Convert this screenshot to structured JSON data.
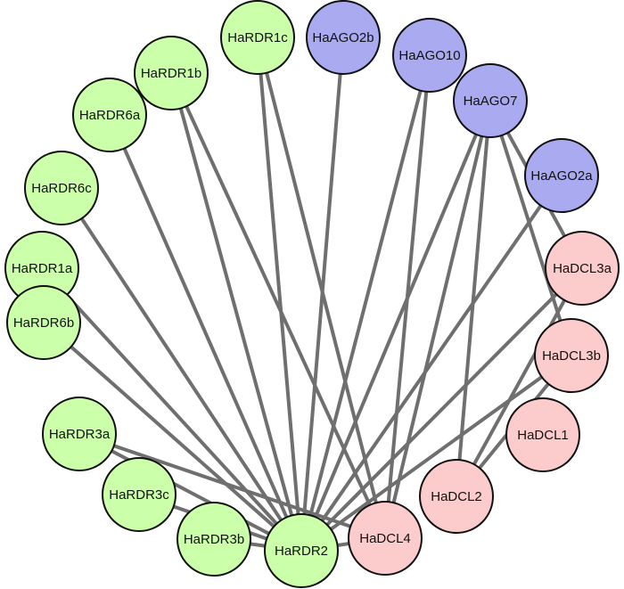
{
  "colors": {
    "rdr": "#ccffaa",
    "ago": "#aaaaf0",
    "dcl": "#fccccc",
    "edge": "#6f6f6f",
    "outline": "#111111"
  },
  "nodes": [
    {
      "id": "HaRDR1c",
      "label": "HaRDR1c",
      "group": "rdr"
    },
    {
      "id": "HaAGO2b",
      "label": "HaAGO2b",
      "group": "ago"
    },
    {
      "id": "HaAGO10",
      "label": "HaAGO10",
      "group": "ago"
    },
    {
      "id": "HaRDR1b",
      "label": "HaRDR1b",
      "group": "rdr"
    },
    {
      "id": "HaAGO7",
      "label": "HaAGO7",
      "group": "ago"
    },
    {
      "id": "HaRDR6a",
      "label": "HaRDR6a",
      "group": "rdr"
    },
    {
      "id": "HaAGO2a",
      "label": "HaAGO2a",
      "group": "ago"
    },
    {
      "id": "HaRDR6c",
      "label": "HaRDR6c",
      "group": "rdr"
    },
    {
      "id": "HaRDR1a",
      "label": "HaRDR1a",
      "group": "rdr"
    },
    {
      "id": "HaDCL3a",
      "label": "HaDCL3a",
      "group": "dcl"
    },
    {
      "id": "HaRDR6b",
      "label": "HaRDR6b",
      "group": "rdr"
    },
    {
      "id": "HaDCL3b",
      "label": "HaDCL3b",
      "group": "dcl"
    },
    {
      "id": "HaDCL1",
      "label": "HaDCL1",
      "group": "dcl"
    },
    {
      "id": "HaRDR3a",
      "label": "HaRDR3a",
      "group": "rdr"
    },
    {
      "id": "HaDCL2",
      "label": "HaDCL2",
      "group": "dcl"
    },
    {
      "id": "HaRDR3c",
      "label": "HaRDR3c",
      "group": "rdr"
    },
    {
      "id": "HaRDR3b",
      "label": "HaRDR3b",
      "group": "rdr"
    },
    {
      "id": "HaRDR2",
      "label": "HaRDR2",
      "group": "rdr"
    },
    {
      "id": "HaDCL4",
      "label": "HaDCL4",
      "group": "dcl"
    }
  ],
  "edges": [
    [
      "HaRDR1c",
      "HaRDR2"
    ],
    [
      "HaAGO2b",
      "HaRDR2"
    ],
    [
      "HaAGO10",
      "HaRDR2"
    ],
    [
      "HaRDR1b",
      "HaRDR2"
    ],
    [
      "HaAGO7",
      "HaRDR2"
    ],
    [
      "HaRDR6a",
      "HaRDR2"
    ],
    [
      "HaAGO2a",
      "HaRDR2"
    ],
    [
      "HaRDR6c",
      "HaRDR2"
    ],
    [
      "HaRDR1a",
      "HaRDR2"
    ],
    [
      "HaDCL3a",
      "HaRDR2"
    ],
    [
      "HaRDR6b",
      "HaRDR2"
    ],
    [
      "HaDCL3b",
      "HaRDR2"
    ],
    [
      "HaRDR3a",
      "HaRDR2"
    ],
    [
      "HaRDR3c",
      "HaRDR2"
    ],
    [
      "HaRDR3b",
      "HaRDR2"
    ],
    [
      "HaRDR1c",
      "HaDCL4"
    ],
    [
      "HaRDR1b",
      "HaDCL4"
    ],
    [
      "HaAGO10",
      "HaDCL4"
    ],
    [
      "HaAGO7",
      "HaDCL4"
    ],
    [
      "HaRDR3a",
      "HaDCL4"
    ],
    [
      "HaAGO7",
      "HaDCL2"
    ],
    [
      "HaAGO7",
      "HaDCL3a"
    ],
    [
      "HaAGO7",
      "HaDCL3b"
    ],
    [
      "HaDCL3a",
      "HaDCL2"
    ],
    [
      "HaDCL3b",
      "HaDCL2"
    ],
    [
      "HaRDR2",
      "HaDCL4"
    ]
  ]
}
